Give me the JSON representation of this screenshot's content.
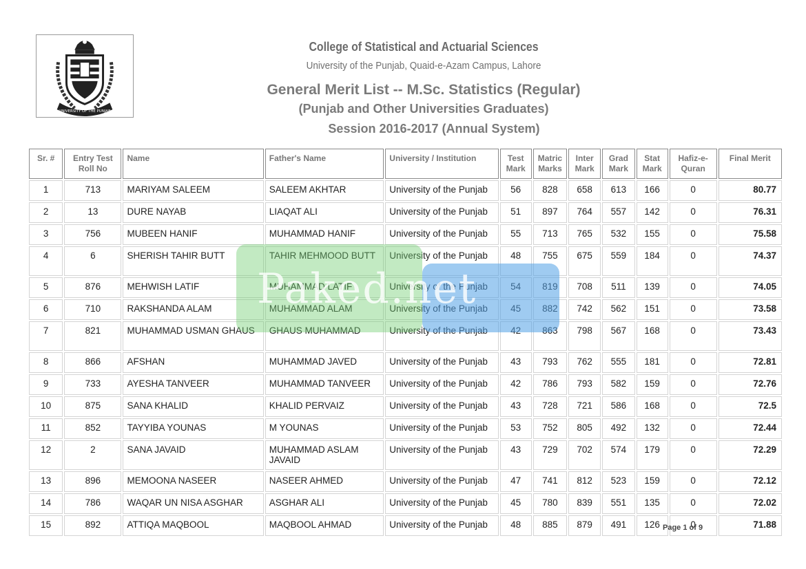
{
  "header": {
    "college": "College of Statistical and Actuarial Sciences",
    "university": "University of the Punjab, Quaid-e-Azam Campus, Lahore",
    "title": "General Merit List -- M.Sc. Statistics (Regular)",
    "subtitle": "(Punjab and Other Universities Graduates)",
    "session": "Session 2016-2017 (Annual System)"
  },
  "logo": {
    "icon": "university-of-the-punjab-crest-icon",
    "text": "UNIVERSITY OF THE PUNJAB"
  },
  "columns": [
    "Sr. #",
    "Entry Test Roll No",
    "Name",
    "Father's Name",
    "University / Institution",
    "Test Mark",
    "Matric Marks",
    "Inter Mark",
    "Grad Mark",
    "Stat Mark",
    "Hafiz-e-Quran",
    "Final Merit"
  ],
  "rows": [
    [
      "1",
      "713",
      "MARIYAM SALEEM",
      "SALEEM AKHTAR",
      "University of the Punjab",
      "56",
      "828",
      "658",
      "613",
      "166",
      "0",
      "80.77"
    ],
    [
      "2",
      "13",
      "DURE NAYAB",
      "LIAQAT ALI",
      "University of the Punjab",
      "51",
      "897",
      "764",
      "557",
      "142",
      "0",
      "76.31"
    ],
    [
      "3",
      "756",
      "MUBEEN HANIF",
      "MUHAMMAD HANIF",
      "University of the Punjab",
      "55",
      "713",
      "765",
      "532",
      "155",
      "0",
      "75.58"
    ],
    [
      "4",
      "6",
      "SHERISH TAHIR BUTT",
      "TAHIR MEHMOOD BUTT",
      "University of the Punjab",
      "48",
      "755",
      "675",
      "559",
      "184",
      "0",
      "74.37"
    ],
    [
      "5",
      "876",
      "MEHWISH LATIF",
      "MUHAMMAD LATIF",
      "University of the Punjab",
      "54",
      "819",
      "708",
      "511",
      "139",
      "0",
      "74.05"
    ],
    [
      "6",
      "710",
      "RAKSHANDA ALAM",
      "MUHAMMAD ALAM",
      "University of the Punjab",
      "45",
      "882",
      "742",
      "562",
      "151",
      "0",
      "73.58"
    ],
    [
      "7",
      "821",
      "MUHAMMAD USMAN GHAUS",
      "GHAUS MUHAMMAD",
      "University of the Punjab",
      "42",
      "863",
      "798",
      "567",
      "168",
      "0",
      "73.43"
    ],
    [
      "8",
      "866",
      "AFSHAN",
      "MUHAMMAD JAVED",
      "University of the Punjab",
      "43",
      "793",
      "762",
      "555",
      "181",
      "0",
      "72.81"
    ],
    [
      "9",
      "733",
      "AYESHA TANVEER",
      "MUHAMMAD TANVEER",
      "University of the Punjab",
      "42",
      "786",
      "793",
      "582",
      "159",
      "0",
      "72.76"
    ],
    [
      "10",
      "875",
      "SANA KHALID",
      "KHALID PERVAIZ",
      "University of the Punjab",
      "43",
      "728",
      "721",
      "586",
      "168",
      "0",
      "72.5"
    ],
    [
      "11",
      "852",
      "TAYYIBA YOUNAS",
      "M YOUNAS",
      "University of the Punjab",
      "53",
      "752",
      "805",
      "492",
      "132",
      "0",
      "72.44"
    ],
    [
      "12",
      "2",
      "SANA JAVAID",
      "MUHAMMAD ASLAM JAVAID",
      "University of the Punjab",
      "43",
      "729",
      "702",
      "574",
      "179",
      "0",
      "72.29"
    ],
    [
      "13",
      "896",
      "MEMOONA NASEER",
      "NASEER AHMED",
      "University of the Punjab",
      "47",
      "741",
      "812",
      "523",
      "159",
      "0",
      "72.12"
    ],
    [
      "14",
      "786",
      "WAQAR UN NISA ASGHAR",
      "ASGHAR ALI",
      "University of the Punjab",
      "45",
      "780",
      "839",
      "551",
      "135",
      "0",
      "72.02"
    ],
    [
      "15",
      "892",
      "ATTIQA MAQBOOL",
      "MAQBOOL AHMAD",
      "University of the Punjab",
      "48",
      "885",
      "879",
      "491",
      "126",
      "0",
      "71.88"
    ]
  ],
  "watermark": {
    "text": "Paked.net",
    "colors": [
      "#6ecd6e",
      "#50a0e6"
    ]
  },
  "footer": {
    "page": "Page 1 of 9"
  }
}
